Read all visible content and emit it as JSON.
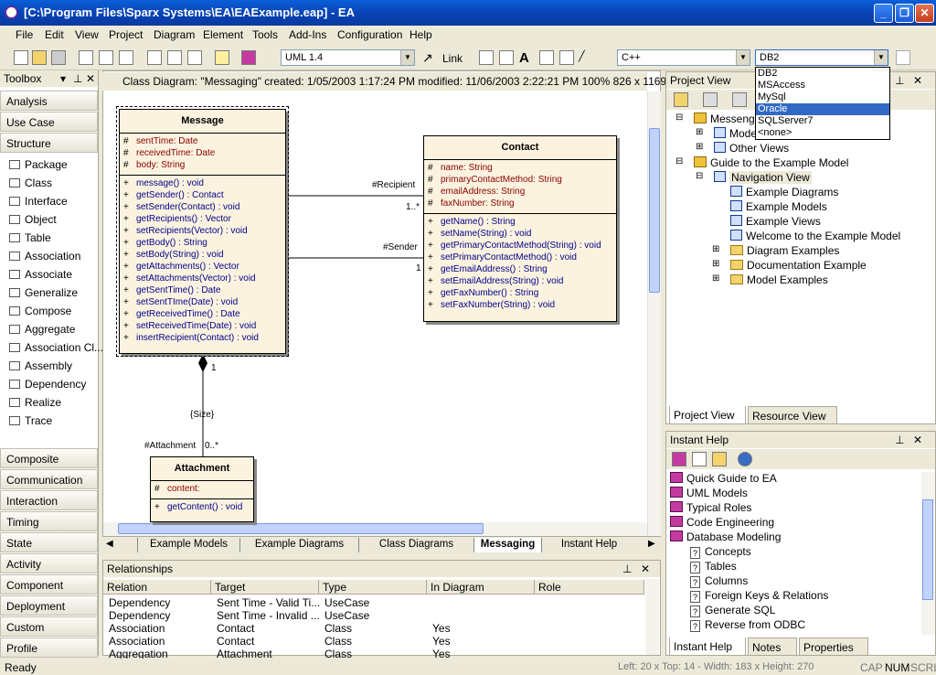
{
  "window": {
    "title": "[C:\\Program Files\\Sparx Systems\\EA\\EAExample.eap] - EA"
  },
  "menu": [
    "File",
    "Edit",
    "View",
    "Project",
    "Diagram",
    "Element",
    "Tools",
    "Add-Ins",
    "Configuration",
    "Help"
  ],
  "toolbar": {
    "uml": "UML 1.4",
    "link": "Link",
    "lang": "C++",
    "db": "DB2"
  },
  "db_options": [
    "DB2",
    "MSAccess",
    "MySql",
    "Oracle",
    "SQLServer7",
    "<none>"
  ],
  "db_highlighted": "Oracle",
  "toolbox": {
    "title": "Toolbox",
    "groups_top": [
      "Analysis",
      "Use Case",
      "Structure"
    ],
    "items": [
      "Package",
      "Class",
      "Interface",
      "Object",
      "Table",
      "Association",
      "Associate",
      "Generalize",
      "Compose",
      "Aggregate",
      "Association Cl...",
      "Assembly",
      "Dependency",
      "Realize",
      "Trace"
    ],
    "groups_bottom": [
      "Composite",
      "Communication",
      "Interaction",
      "Timing",
      "State",
      "Activity",
      "Component",
      "Deployment",
      "Custom",
      "Profile"
    ]
  },
  "diagram": {
    "header": "Class Diagram: \"Messaging\"  created: 1/05/2003 1:17:24 PM  modified: 11/06/2003 2:22:21 PM   100%   826 x 1169",
    "message": {
      "name": "Message",
      "attrs": [
        [
          "#",
          "sentTime:  Date"
        ],
        [
          "#",
          "receivedTime:  Date"
        ],
        [
          "#",
          "body:  String"
        ]
      ],
      "ops": [
        [
          "+",
          "message() : void"
        ],
        [
          "+",
          "getSender() : Contact"
        ],
        [
          "+",
          "setSender(Contact) : void"
        ],
        [
          "+",
          "getRecipients() : Vector"
        ],
        [
          "+",
          "setRecipients(Vector) : void"
        ],
        [
          "+",
          "getBody() : String"
        ],
        [
          "+",
          "setBody(String) : void"
        ],
        [
          "+",
          "getAttachments() : Vector"
        ],
        [
          "+",
          "setAttachments(Vector) : void"
        ],
        [
          "+",
          "getSentTime() : Date"
        ],
        [
          "+",
          "setSentTIme(Date) : void"
        ],
        [
          "+",
          "getReceivedTime() : Date"
        ],
        [
          "+",
          "setReceivedTime(Date) : void"
        ],
        [
          "+",
          "insertRecipient(Contact) : void"
        ]
      ]
    },
    "contact": {
      "name": "Contact",
      "attrs": [
        [
          "#",
          "name:  String"
        ],
        [
          "#",
          "primaryContactMethod:  String"
        ],
        [
          "#",
          "emailAddress:  String"
        ],
        [
          "#",
          "faxNumber:  String"
        ]
      ],
      "ops": [
        [
          "+",
          "getName() : String"
        ],
        [
          "+",
          "setName(String) : void"
        ],
        [
          "+",
          "getPrimaryContactMethod(String) : void"
        ],
        [
          "+",
          "setPrimaryContactMethod() : void"
        ],
        [
          "+",
          "getEmailAddress() : String"
        ],
        [
          "+",
          "setEmailAddress(String) : void"
        ],
        [
          "+",
          "getFaxNumber() : String"
        ],
        [
          "+",
          "setFaxNumber(String) : void"
        ]
      ]
    },
    "attachment": {
      "name": "Attachment",
      "attrs": [
        [
          "#",
          "content:"
        ]
      ],
      "ops": [
        [
          "+",
          "getContent() : void"
        ]
      ]
    },
    "labels": {
      "recipient": "#Recipient",
      "recipient_mult": "1..*",
      "sender": "#Sender",
      "sender_mult": "1",
      "comp_mult": "1",
      "size": "{Size}",
      "attachment": "#Attachment",
      "attach_mult": "0..*"
    },
    "tabs": [
      "Example Models",
      "Example Diagrams",
      "Class Diagrams",
      "Messaging",
      "Instant Help"
    ],
    "active_tab": "Messaging"
  },
  "relationships": {
    "title": "Relationships",
    "columns": [
      "Relation",
      "Target",
      "Type",
      "In Diagram",
      "Role"
    ],
    "rows": [
      [
        "Dependency",
        "Sent Time - Valid Ti...",
        "UseCase",
        ""
      ],
      [
        "Dependency",
        "Sent Time - Invalid ...",
        "UseCase",
        ""
      ],
      [
        "Association",
        "Contact",
        "Class",
        "Yes"
      ],
      [
        "Association",
        "Contact",
        "Class",
        "Yes"
      ],
      [
        "Aggregation",
        "Attachment",
        "Class",
        "Yes"
      ]
    ]
  },
  "project": {
    "title": "Project View",
    "tree": [
      {
        "t": "Messenger",
        "lvl": 1,
        "ic": "pi",
        "exp": "-"
      },
      {
        "t": "Model",
        "lvl": 2,
        "ic": "di",
        "exp": "+"
      },
      {
        "t": "Other Views",
        "lvl": 2,
        "ic": "di",
        "exp": "+"
      },
      {
        "t": "Guide to the Example Model",
        "lvl": 1,
        "ic": "pi",
        "exp": "-"
      },
      {
        "t": "Navigation View",
        "lvl": 2,
        "ic": "di",
        "exp": "-"
      },
      {
        "t": "Example Diagrams",
        "lvl": 3,
        "ic": "di",
        "exp": ""
      },
      {
        "t": "Example Models",
        "lvl": 3,
        "ic": "di",
        "exp": ""
      },
      {
        "t": "Example Views",
        "lvl": 3,
        "ic": "di",
        "exp": ""
      },
      {
        "t": "Welcome to the Example Model",
        "lvl": 3,
        "ic": "di",
        "exp": ""
      },
      {
        "t": "Diagram Examples",
        "lvl": 3,
        "ic": "fi",
        "exp": "+"
      },
      {
        "t": "Documentation Example",
        "lvl": 3,
        "ic": "fi",
        "exp": "+"
      },
      {
        "t": "Model Examples",
        "lvl": 3,
        "ic": "fi",
        "exp": "+"
      }
    ],
    "tabs": [
      "Project View",
      "Resource View"
    ]
  },
  "help": {
    "title": "Instant Help",
    "items": [
      {
        "t": "Quick Guide to EA",
        "ic": "bk",
        "lvl": 0
      },
      {
        "t": "UML Models",
        "ic": "bk",
        "lvl": 0
      },
      {
        "t": "Typical Roles",
        "ic": "bk",
        "lvl": 0
      },
      {
        "t": "Code Engineering",
        "ic": "bk",
        "lvl": 0
      },
      {
        "t": "Database Modeling",
        "ic": "bk",
        "lvl": 0
      },
      {
        "t": "Concepts",
        "ic": "q",
        "lvl": 1
      },
      {
        "t": "Tables",
        "ic": "q",
        "lvl": 1
      },
      {
        "t": "Columns",
        "ic": "q",
        "lvl": 1
      },
      {
        "t": "Foreign Keys & Relations",
        "ic": "q",
        "lvl": 1
      },
      {
        "t": "Generate SQL",
        "ic": "q",
        "lvl": 1
      },
      {
        "t": "Reverse from ODBC",
        "ic": "q",
        "lvl": 1
      }
    ],
    "tabs": [
      "Instant Help",
      "Notes",
      "Properties"
    ]
  },
  "status": {
    "left": "Ready",
    "pos": "Left:   20 x Top:   14 - Width:  183 x Height:  270",
    "caps": "CAP",
    "num": "NUM",
    "scrl": "SCRL"
  }
}
